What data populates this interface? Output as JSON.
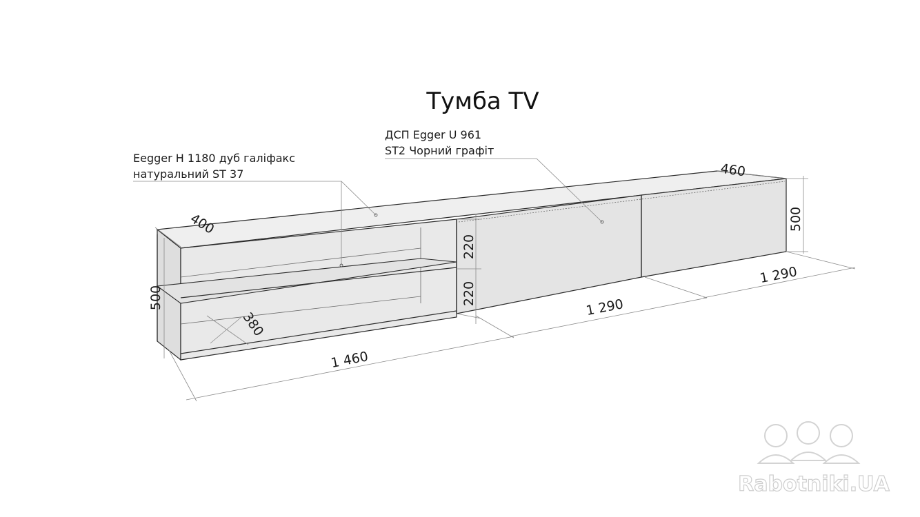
{
  "title": "Тумба TV",
  "callouts": {
    "shelf_material": [
      "Eegger H 1180 дуб галіфакс",
      "натуральний ST 37"
    ],
    "front_material": [
      "ДСП Egger U 961",
      "ST2 Чорний графіт"
    ]
  },
  "dimensions": {
    "depth_top": "460",
    "depth_left": "400",
    "height_right": "500",
    "height_left": "500",
    "shelf_upper": "220",
    "shelf_lower": "220",
    "inner_depth": "380",
    "width_left": "1 460",
    "width_middle": "1 290",
    "width_right": "1 290"
  },
  "watermark": "Rabotniki.UA",
  "colors": {
    "fill": "#e7e7e7",
    "edge": "#2b2b2b",
    "watermark_outline": "#c9c9c9"
  }
}
